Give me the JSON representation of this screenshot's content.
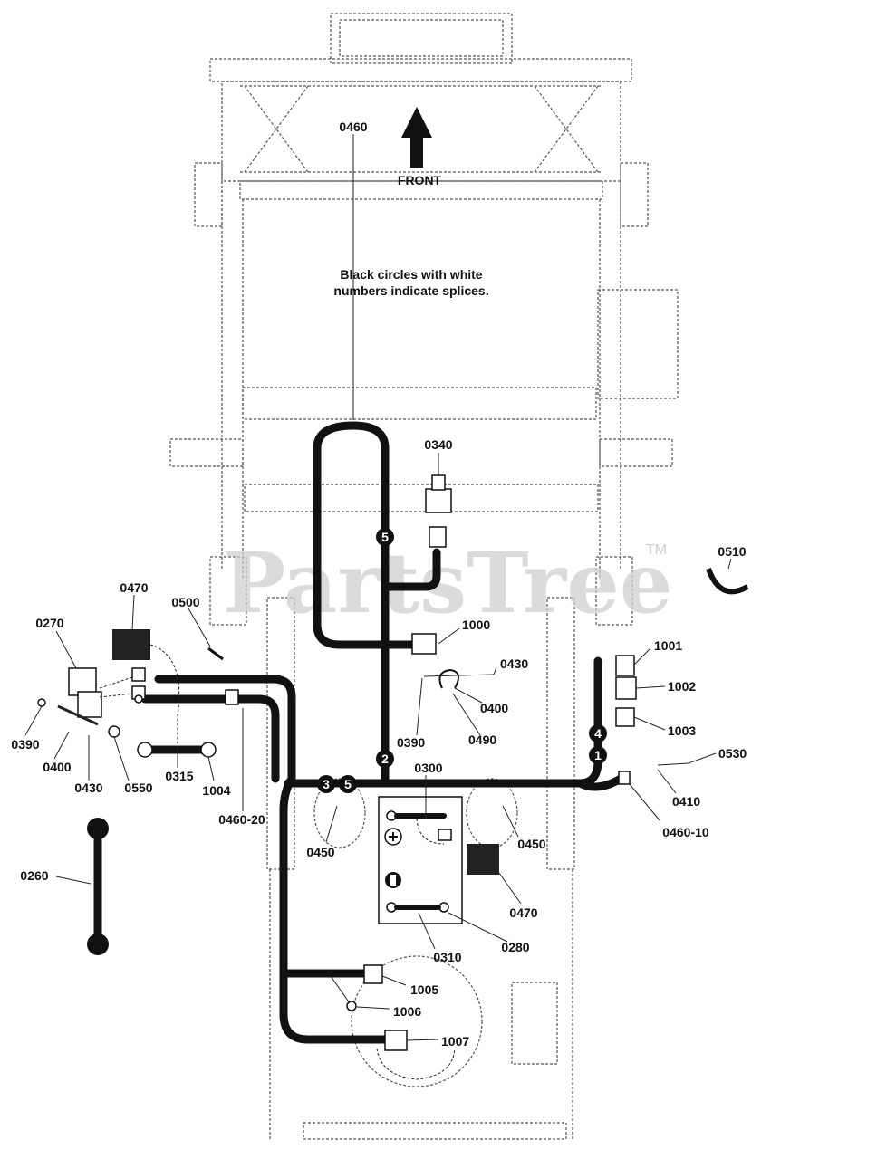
{
  "diagram": {
    "direction_label": "FRONT",
    "note_line1": "Black circles with white",
    "note_line2": "numbers indicate splices.",
    "watermark": "PartsTree",
    "watermark_tm": "TM",
    "splices": [
      "2",
      "5",
      "3",
      "5",
      "4",
      "1"
    ],
    "labels": {
      "l0460": "0460",
      "l0340": "0340",
      "l0510": "0510",
      "l0470a": "0470",
      "l0500": "0500",
      "l0270": "0270",
      "l1000": "1000",
      "l1001": "1001",
      "l0430a": "0430",
      "l1002": "1002",
      "l0400a": "0400",
      "l0390a": "0390",
      "l1003": "1003",
      "l0490": "0490",
      "l0390b": "0390",
      "l0400b": "0400",
      "l0430b": "0430",
      "l0550": "0550",
      "l0315": "0315",
      "l1004": "1004",
      "l0300": "0300",
      "l0530": "0530",
      "l0410": "0410",
      "l0460_20": "0460-20",
      "l0460_10": "0460-10",
      "l0450a": "0450",
      "l0450b": "0450",
      "l0260": "0260",
      "l0470b": "0470",
      "l0280": "0280",
      "l0310": "0310",
      "l1005": "1005",
      "l1006": "1006",
      "l1007": "1007"
    }
  }
}
